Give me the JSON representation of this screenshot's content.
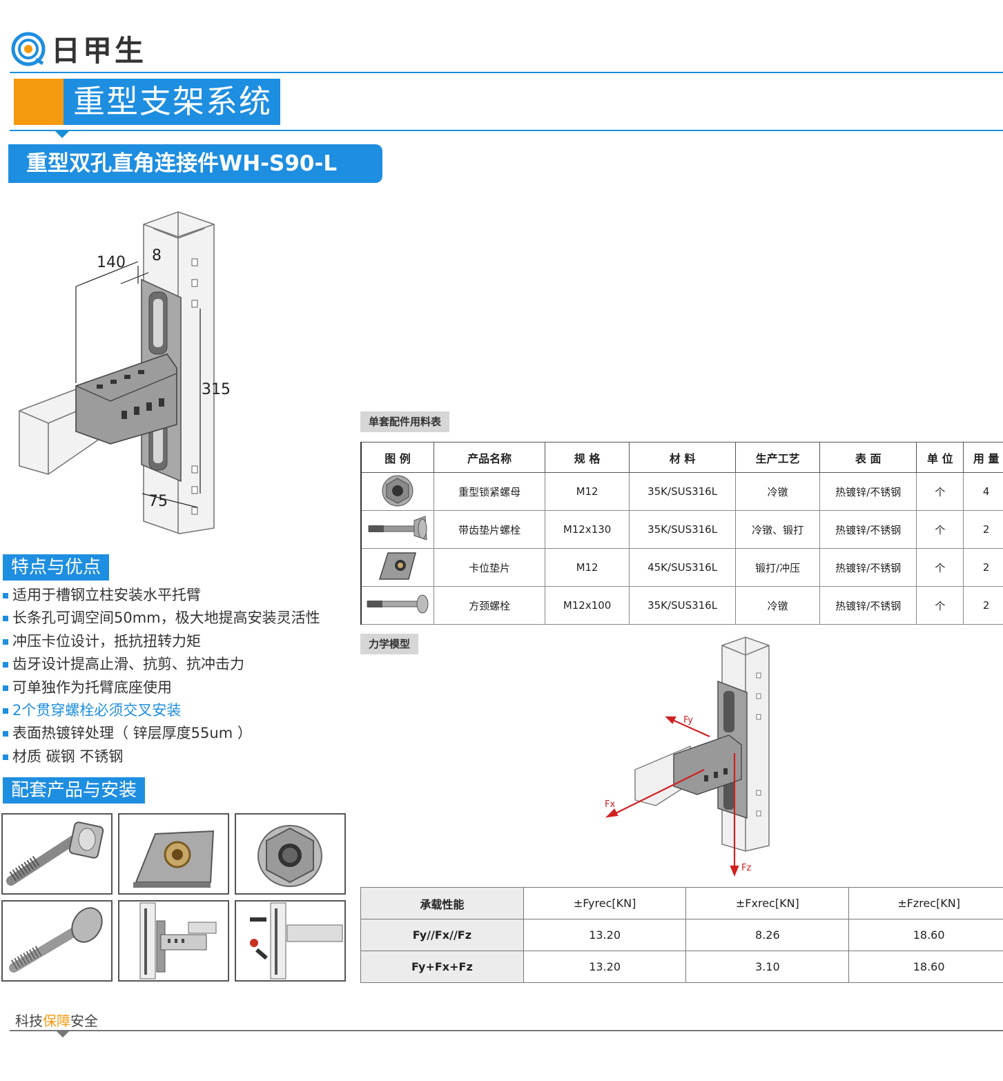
{
  "brand": {
    "name": "日甲生"
  },
  "header": {
    "category": "重型支架系统",
    "product_title": "重型双孔直角连接件WH-S90-L"
  },
  "diagram": {
    "dims": [
      "140",
      "8",
      "315",
      "75"
    ]
  },
  "features": {
    "heading": "特点与优点",
    "items": [
      "适用于槽钢立柱安装水平托臂",
      "长条孔可调空间50mm，极大地提高安装灵活性",
      "冲压卡位设计，抵抗扭转力矩",
      "齿牙设计提高止滑、抗剪、抗冲击力",
      "可单独作为托臂底座使用",
      "2个贯穿螺栓必须交叉安装",
      "表面热镀锌处理（ 锌层厚度55um ）",
      "材质 碳钢 不锈钢"
    ]
  },
  "accessories": {
    "heading": "配套产品与安装"
  },
  "parts_table": {
    "tag": "单套配件用料表",
    "headers": [
      "图 例",
      "产品名称",
      "规 格",
      "材 料",
      "生产工艺",
      "表 面",
      "单 位",
      "用 量"
    ],
    "rows": [
      {
        "icon": "flange-nut-icon",
        "name": "重型锁紧螺母",
        "spec": "M12",
        "material": "35K/SUS316L",
        "process": "冷镦",
        "surface": "热镀锌/不锈钢",
        "unit": "个",
        "qty": "4"
      },
      {
        "icon": "toothed-bolt-icon",
        "name": "带齿垫片螺栓",
        "spec": "M12x130",
        "material": "35K/SUS316L",
        "process": "冷镦、锻打",
        "surface": "热镀锌/不锈钢",
        "unit": "个",
        "qty": "2"
      },
      {
        "icon": "clip-washer-icon",
        "name": "卡位垫片",
        "spec": "M12",
        "material": "45K/SUS316L",
        "process": "锻打/冲压",
        "surface": "热镀锌/不锈钢",
        "unit": "个",
        "qty": "2"
      },
      {
        "icon": "carriage-bolt-icon",
        "name": "方颈螺栓",
        "spec": "M12x100",
        "material": "35K/SUS316L",
        "process": "冷镦",
        "surface": "热镀锌/不锈钢",
        "unit": "个",
        "qty": "2"
      }
    ]
  },
  "mechanics": {
    "tag": "力学模型",
    "force_labels": {
      "fy": "Fy",
      "fx": "Fx",
      "fz": "Fz"
    }
  },
  "performance_table": {
    "headers": [
      "承载性能",
      "±Fyrec[KN]",
      "±Fxrec[KN]",
      "±Fzrec[KN]"
    ],
    "rows": [
      [
        "Fy//Fx//Fz",
        "13.20",
        "8.26",
        "18.60"
      ],
      [
        "Fy+Fx+Fz",
        "13.20",
        "3.10",
        "18.60"
      ]
    ]
  },
  "footer": {
    "slogan_a": "科技",
    "slogan_b": "保障",
    "slogan_c": "安全"
  },
  "colors": {
    "blue": "#1e8ee0",
    "orange": "#f5990e"
  }
}
